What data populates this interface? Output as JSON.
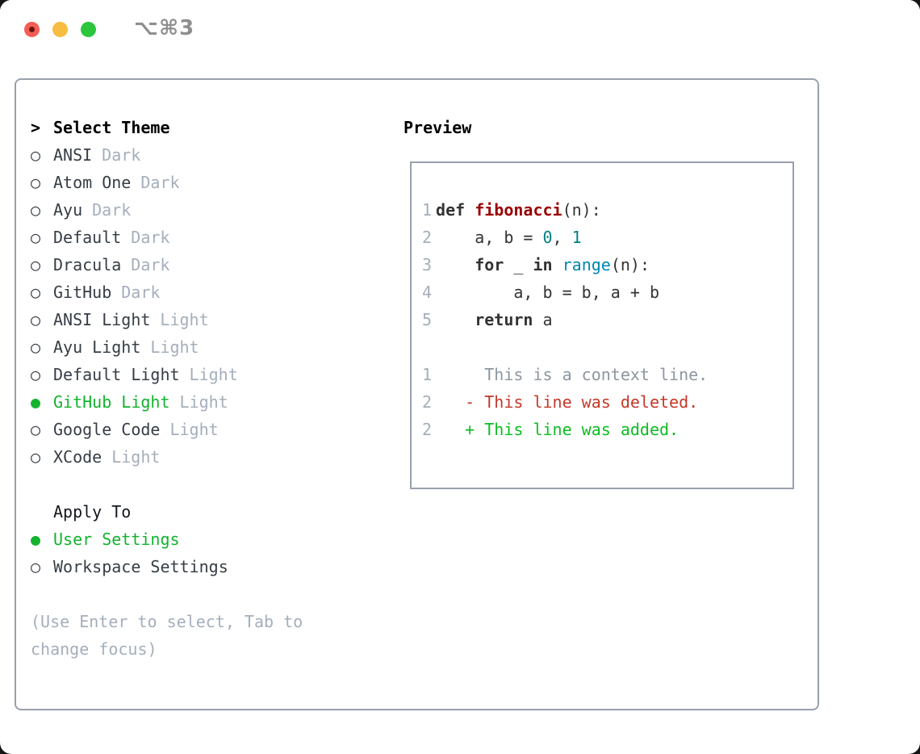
{
  "window": {
    "title": "⌥⌘3"
  },
  "icons": {
    "radio_selected": "●",
    "radio_unselected": "○",
    "prompt": ">"
  },
  "colors": {
    "green": "#13b32e",
    "text": "#363d46",
    "heading": "#000000",
    "muted": "#a5aebc",
    "border": "#98a1ac",
    "kw": "#333333",
    "fn": "#990000",
    "number": "#008080",
    "builtin": "#0086b3",
    "ctx": "#8d96a0",
    "del": "#c4392a",
    "add": "#0ebb23",
    "light_red": "#f35e54",
    "light_yellow": "#f7bd40",
    "light_green": "#2cc53e"
  },
  "theme_panel": {
    "prompt": ">",
    "title": "Select Theme",
    "themes": [
      {
        "name": "ANSI",
        "variant": "Dark",
        "selected": false
      },
      {
        "name": "Atom One",
        "variant": "Dark",
        "selected": false
      },
      {
        "name": "Ayu",
        "variant": "Dark",
        "selected": false
      },
      {
        "name": "Default",
        "variant": "Dark",
        "selected": false
      },
      {
        "name": "Dracula",
        "variant": "Dark",
        "selected": false
      },
      {
        "name": "GitHub",
        "variant": "Dark",
        "selected": false
      },
      {
        "name": "ANSI Light",
        "variant": "Light",
        "selected": false
      },
      {
        "name": "Ayu Light",
        "variant": "Light",
        "selected": false
      },
      {
        "name": "Default Light",
        "variant": "Light",
        "selected": false
      },
      {
        "name": "GitHub Light",
        "variant": "Light",
        "selected": true
      },
      {
        "name": "Google Code",
        "variant": "Light",
        "selected": false
      },
      {
        "name": "XCode",
        "variant": "Light",
        "selected": false
      }
    ],
    "apply_to": {
      "label": "Apply To",
      "options": [
        {
          "label": "User Settings",
          "selected": true
        },
        {
          "label": "Workspace Settings",
          "selected": false
        }
      ]
    },
    "help": [
      "(Use Enter to select, Tab to",
      "change focus)"
    ]
  },
  "preview": {
    "label": "Preview",
    "lines": [
      {
        "n": "1",
        "tokens": [
          [
            "def",
            "kw"
          ],
          [
            " ",
            "tx"
          ],
          [
            "fibonacci",
            "fn"
          ],
          [
            "(n):",
            "tx"
          ]
        ]
      },
      {
        "n": "2",
        "tokens": [
          [
            "    a, b = ",
            "tx"
          ],
          [
            "0",
            "num"
          ],
          [
            ", ",
            "tx"
          ],
          [
            "1",
            "num"
          ]
        ]
      },
      {
        "n": "3",
        "tokens": [
          [
            "    ",
            "tx"
          ],
          [
            "for",
            "kw"
          ],
          [
            " _ ",
            "tx"
          ],
          [
            "in",
            "kw"
          ],
          [
            " ",
            "tx"
          ],
          [
            "range",
            "bi"
          ],
          [
            "(n):",
            "tx"
          ]
        ]
      },
      {
        "n": "4",
        "tokens": [
          [
            "        a, b = b, a + b",
            "tx"
          ]
        ]
      },
      {
        "n": "5",
        "tokens": [
          [
            "    ",
            "tx"
          ],
          [
            "return",
            "kw"
          ],
          [
            " a",
            "tx"
          ]
        ]
      },
      {
        "n": "",
        "tokens": []
      },
      {
        "n": "1",
        "tokens": [
          [
            "     This is a context line.",
            "ctx"
          ]
        ]
      },
      {
        "n": "2",
        "tokens": [
          [
            "   - This line was deleted.",
            "del"
          ]
        ]
      },
      {
        "n": "2",
        "tokens": [
          [
            "   + This line was added.",
            "add"
          ]
        ]
      }
    ]
  }
}
